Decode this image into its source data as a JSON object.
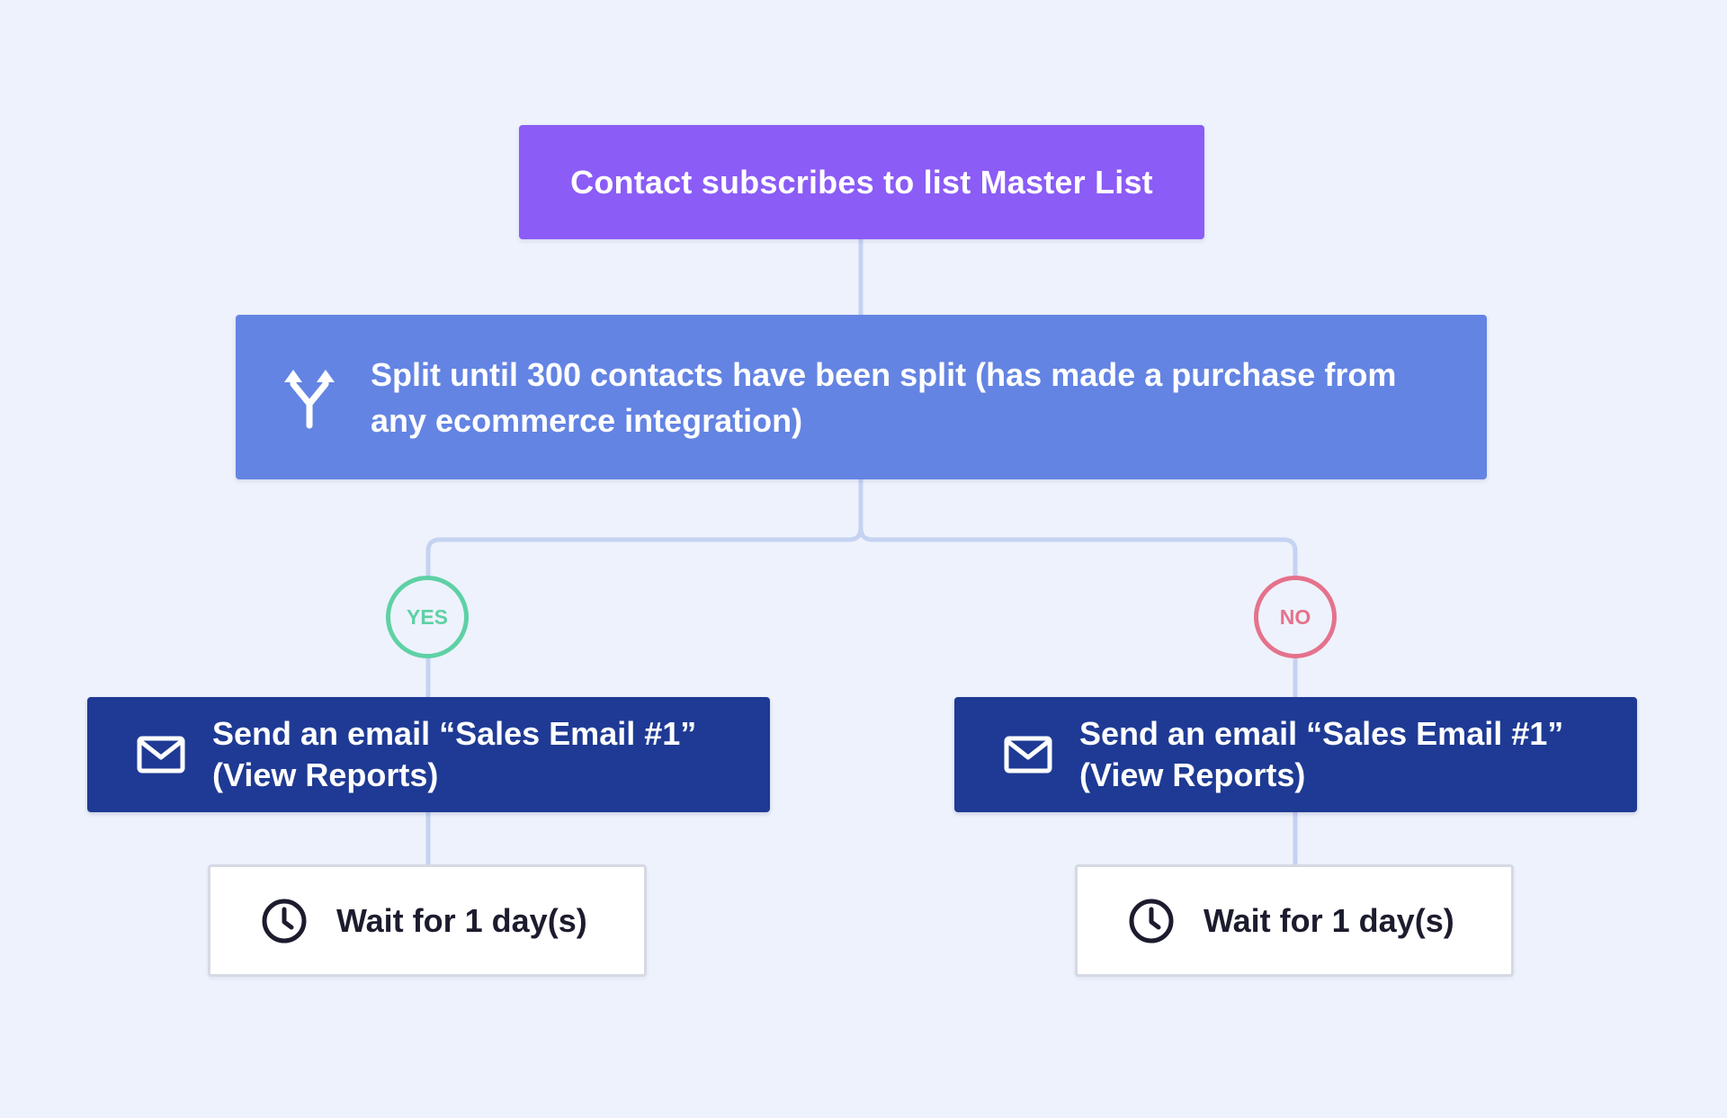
{
  "colors": {
    "trigger_bg": "#8b5cf6",
    "split_bg": "#6484e3",
    "email_bg": "#1e3a94",
    "connector": "#c5d2f2",
    "yes": "#5fd1a5",
    "no": "#e5728c"
  },
  "workflow": {
    "trigger": {
      "label": "Contact subscribes to list Master List"
    },
    "split": {
      "icon": "split-arrow-icon",
      "label": "Split until 300 contacts have been split (has made a purchase from any ecommerce integration)"
    },
    "branches": {
      "yes": {
        "badge": "YES",
        "email": {
          "icon": "envelope-icon",
          "label": "Send an email “Sales Email #1” (View Reports)"
        },
        "wait": {
          "icon": "clock-icon",
          "label": "Wait for 1 day(s)"
        }
      },
      "no": {
        "badge": "NO",
        "email": {
          "icon": "envelope-icon",
          "label": "Send an email “Sales Email #1” (View Reports)"
        },
        "wait": {
          "icon": "clock-icon",
          "label": "Wait for 1 day(s)"
        }
      }
    }
  }
}
